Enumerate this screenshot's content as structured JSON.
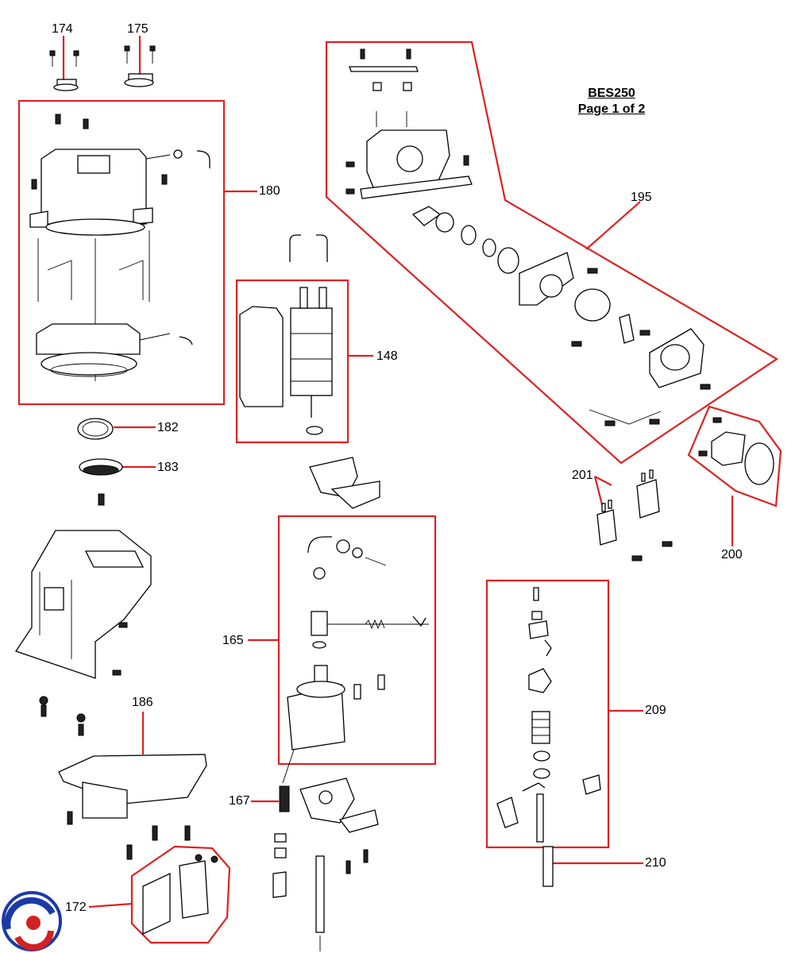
{
  "title": {
    "model": "BES250",
    "page": "Page 1 of 2"
  },
  "accent_color": "#d22222",
  "callouts": [
    {
      "id": "174",
      "label": "174"
    },
    {
      "id": "175",
      "label": "175"
    },
    {
      "id": "180",
      "label": "180"
    },
    {
      "id": "148",
      "label": "148"
    },
    {
      "id": "182",
      "label": "182"
    },
    {
      "id": "183",
      "label": "183"
    },
    {
      "id": "195",
      "label": "195"
    },
    {
      "id": "201",
      "label": "201"
    },
    {
      "id": "200",
      "label": "200"
    },
    {
      "id": "165",
      "label": "165"
    },
    {
      "id": "186",
      "label": "186"
    },
    {
      "id": "209",
      "label": "209"
    },
    {
      "id": "167",
      "label": "167"
    },
    {
      "id": "210",
      "label": "210"
    },
    {
      "id": "172",
      "label": "172"
    }
  ],
  "logo": {
    "icon": "brand-logo-icon"
  }
}
